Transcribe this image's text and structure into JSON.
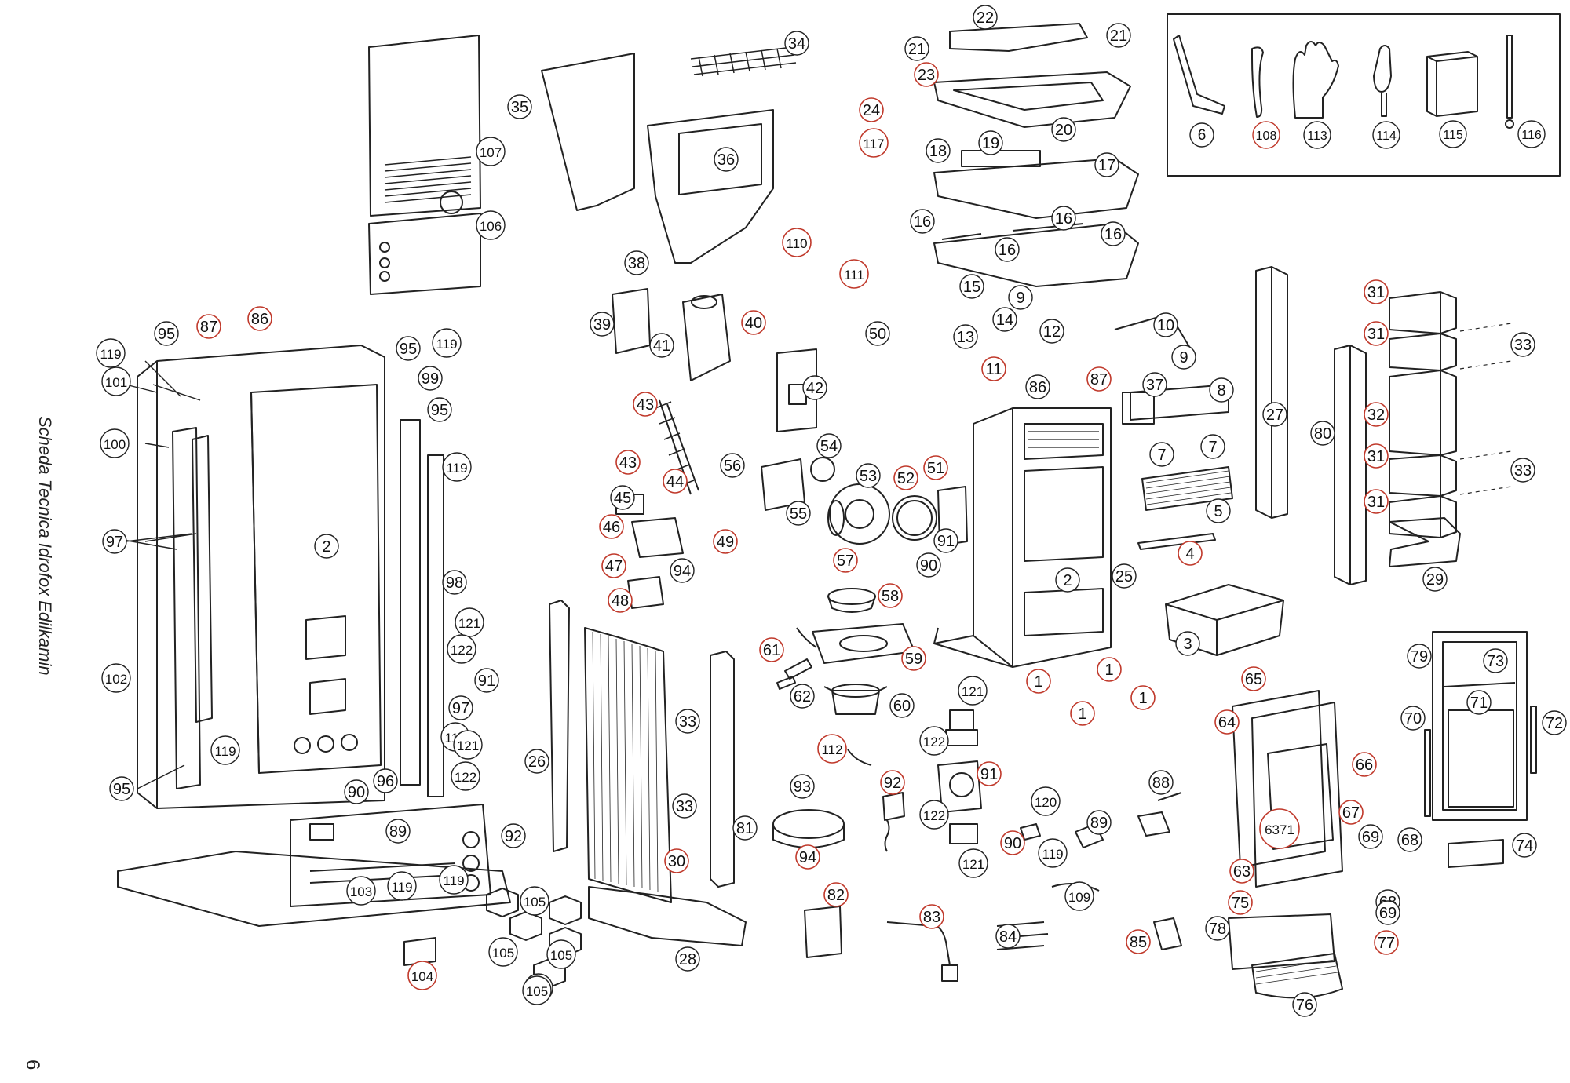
{
  "document": {
    "side_title": "Scheda Tecnica Idrofox Edilkamin",
    "page_number": "6"
  },
  "accessories_box": {
    "labels": [
      "6",
      "108",
      "113",
      "114",
      "115",
      "116"
    ]
  },
  "callouts": [
    {
      "n": "22",
      "h": false
    },
    {
      "n": "21",
      "h": false
    },
    {
      "n": "21",
      "h": false
    },
    {
      "n": "23",
      "h": true
    },
    {
      "n": "20",
      "h": false
    },
    {
      "n": "24",
      "h": true
    },
    {
      "n": "117",
      "h": true
    },
    {
      "n": "19",
      "h": false
    },
    {
      "n": "18",
      "h": false
    },
    {
      "n": "17",
      "h": false
    },
    {
      "n": "16",
      "h": false
    },
    {
      "n": "16",
      "h": false
    },
    {
      "n": "16",
      "h": false
    },
    {
      "n": "16",
      "h": false
    },
    {
      "n": "15",
      "h": false
    },
    {
      "n": "34",
      "h": false
    },
    {
      "n": "35",
      "h": false
    },
    {
      "n": "36",
      "h": false
    },
    {
      "n": "107",
      "h": false
    },
    {
      "n": "106",
      "h": false
    },
    {
      "n": "110",
      "h": true
    },
    {
      "n": "111",
      "h": true
    },
    {
      "n": "38",
      "h": false
    },
    {
      "n": "39",
      "h": false
    },
    {
      "n": "40",
      "h": true
    },
    {
      "n": "41",
      "h": false
    },
    {
      "n": "42",
      "h": false
    },
    {
      "n": "50",
      "h": false
    },
    {
      "n": "13",
      "h": false
    },
    {
      "n": "14",
      "h": false
    },
    {
      "n": "12",
      "h": false
    },
    {
      "n": "11",
      "h": true
    },
    {
      "n": "9",
      "h": false
    },
    {
      "n": "10",
      "h": false
    },
    {
      "n": "9",
      "h": false
    },
    {
      "n": "86",
      "h": false
    },
    {
      "n": "87",
      "h": true
    },
    {
      "n": "37",
      "h": false
    },
    {
      "n": "8",
      "h": false
    },
    {
      "n": "7",
      "h": false
    },
    {
      "n": "7",
      "h": false
    },
    {
      "n": "5",
      "h": false
    },
    {
      "n": "4",
      "h": true
    },
    {
      "n": "27",
      "h": false
    },
    {
      "n": "80",
      "h": false
    },
    {
      "n": "31",
      "h": true
    },
    {
      "n": "31",
      "h": true
    },
    {
      "n": "32",
      "h": true
    },
    {
      "n": "31",
      "h": true
    },
    {
      "n": "31",
      "h": true
    },
    {
      "n": "33",
      "h": false
    },
    {
      "n": "33",
      "h": false
    },
    {
      "n": "29",
      "h": false
    },
    {
      "n": "43",
      "h": true
    },
    {
      "n": "43",
      "h": true
    },
    {
      "n": "44",
      "h": true
    },
    {
      "n": "45",
      "h": false
    },
    {
      "n": "46",
      "h": true
    },
    {
      "n": "49",
      "h": true
    },
    {
      "n": "47",
      "h": true
    },
    {
      "n": "94",
      "h": false
    },
    {
      "n": "48",
      "h": true
    },
    {
      "n": "56",
      "h": false
    },
    {
      "n": "55",
      "h": false
    },
    {
      "n": "54",
      "h": false
    },
    {
      "n": "53",
      "h": false
    },
    {
      "n": "52",
      "h": true
    },
    {
      "n": "51",
      "h": true
    },
    {
      "n": "91",
      "h": false
    },
    {
      "n": "90",
      "h": false
    },
    {
      "n": "2",
      "h": false
    },
    {
      "n": "25",
      "h": false
    },
    {
      "n": "3",
      "h": false
    },
    {
      "n": "57",
      "h": true
    },
    {
      "n": "58",
      "h": true
    },
    {
      "n": "59",
      "h": true
    },
    {
      "n": "61",
      "h": true
    },
    {
      "n": "62",
      "h": false
    },
    {
      "n": "60",
      "h": false
    },
    {
      "n": "1",
      "h": true
    },
    {
      "n": "1",
      "h": true
    },
    {
      "n": "1",
      "h": true
    },
    {
      "n": "1",
      "h": true
    },
    {
      "n": "121",
      "h": false
    },
    {
      "n": "122",
      "h": false
    },
    {
      "n": "91",
      "h": true
    },
    {
      "n": "122",
      "h": false
    },
    {
      "n": "121",
      "h": false
    },
    {
      "n": "120",
      "h": false
    },
    {
      "n": "90",
      "h": true
    },
    {
      "n": "119",
      "h": false
    },
    {
      "n": "89",
      "h": false
    },
    {
      "n": "88",
      "h": false
    },
    {
      "n": "112",
      "h": true
    },
    {
      "n": "93",
      "h": false
    },
    {
      "n": "92",
      "h": true
    },
    {
      "n": "94",
      "h": true
    },
    {
      "n": "82",
      "h": true
    },
    {
      "n": "83",
      "h": true
    },
    {
      "n": "84",
      "h": false
    },
    {
      "n": "109",
      "h": false
    },
    {
      "n": "85",
      "h": true
    },
    {
      "n": "65",
      "h": true
    },
    {
      "n": "64",
      "h": true
    },
    {
      "n": "66",
      "h": true
    },
    {
      "n": "67",
      "h": true
    },
    {
      "n": "6371",
      "h": true
    },
    {
      "n": "63",
      "h": true
    },
    {
      "n": "75",
      "h": true
    },
    {
      "n": "78",
      "h": false
    },
    {
      "n": "68",
      "h": false
    },
    {
      "n": "69",
      "h": false
    },
    {
      "n": "77",
      "h": true
    },
    {
      "n": "76",
      "h": false
    },
    {
      "n": "79",
      "h": false
    },
    {
      "n": "73",
      "h": false
    },
    {
      "n": "71",
      "h": false
    },
    {
      "n": "70",
      "h": false
    },
    {
      "n": "72",
      "h": false
    },
    {
      "n": "69",
      "h": false
    },
    {
      "n": "68",
      "h": false
    },
    {
      "n": "74",
      "h": false
    },
    {
      "n": "26",
      "h": false
    },
    {
      "n": "30",
      "h": true
    },
    {
      "n": "33",
      "h": false
    },
    {
      "n": "33",
      "h": false
    },
    {
      "n": "81",
      "h": false
    },
    {
      "n": "28",
      "h": false
    },
    {
      "n": "105",
      "h": false
    },
    {
      "n": "105",
      "h": false
    },
    {
      "n": "105",
      "h": false
    },
    {
      "n": "105",
      "h": false
    },
    {
      "n": "105",
      "h": false
    },
    {
      "n": "104",
      "h": true
    },
    {
      "n": "95",
      "h": false
    },
    {
      "n": "87",
      "h": true
    },
    {
      "n": "86",
      "h": true
    },
    {
      "n": "119",
      "h": false
    },
    {
      "n": "101",
      "h": false
    },
    {
      "n": "100",
      "h": false
    },
    {
      "n": "97",
      "h": false
    },
    {
      "n": "102",
      "h": false
    },
    {
      "n": "95",
      "h": false
    },
    {
      "n": "119",
      "h": false
    },
    {
      "n": "95",
      "h": false
    },
    {
      "n": "119",
      "h": false
    },
    {
      "n": "99",
      "h": false
    },
    {
      "n": "95",
      "h": false
    },
    {
      "n": "119",
      "h": false
    },
    {
      "n": "2",
      "h": false
    },
    {
      "n": "98",
      "h": false
    },
    {
      "n": "121",
      "h": false
    },
    {
      "n": "122",
      "h": false
    },
    {
      "n": "91",
      "h": false
    },
    {
      "n": "97",
      "h": false
    },
    {
      "n": "118",
      "h": false
    },
    {
      "n": "122",
      "h": false
    },
    {
      "n": "121",
      "h": false
    },
    {
      "n": "96",
      "h": false
    },
    {
      "n": "90",
      "h": false
    },
    {
      "n": "92",
      "h": false
    },
    {
      "n": "89",
      "h": false
    },
    {
      "n": "119",
      "h": false
    },
    {
      "n": "103",
      "h": false
    },
    {
      "n": "119",
      "h": false
    }
  ],
  "colors": {
    "line": "#222222",
    "highlight": "#c0392b",
    "callout_fill": "#ffffff"
  }
}
